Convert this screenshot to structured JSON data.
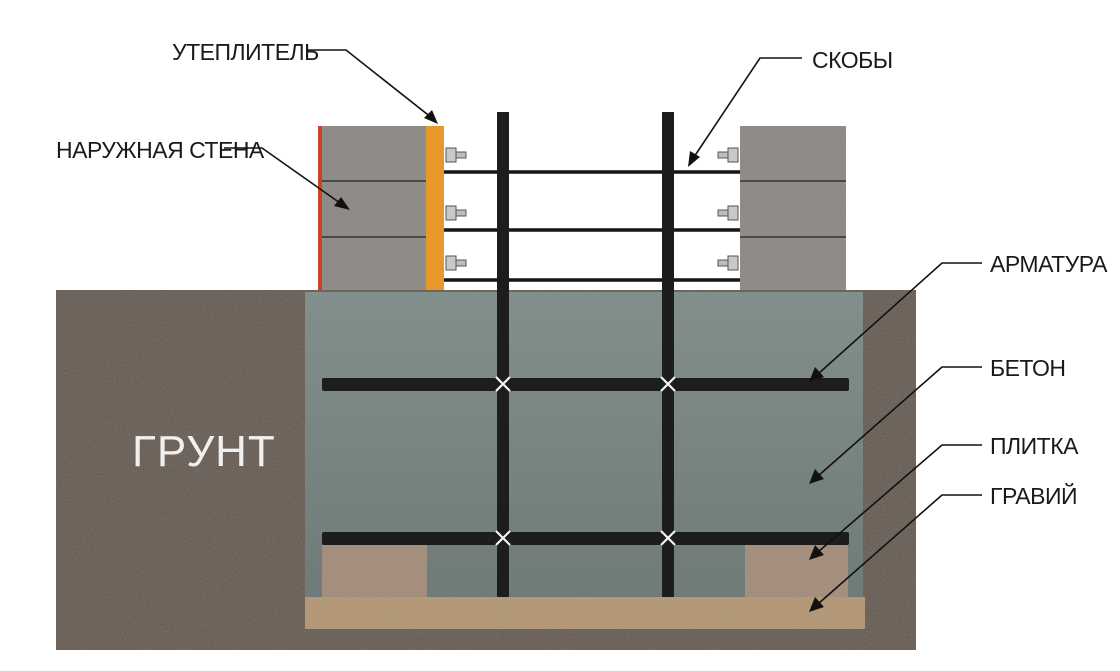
{
  "labels": {
    "insulation": "УТЕПЛИТЕЛЬ",
    "outer_wall": "НАРУЖНАЯ СТЕНА",
    "brackets": "СКОБЫ",
    "rebar": "АРМАТУРА",
    "concrete": "БЕТОН",
    "tile": "ПЛИТКА",
    "gravel": "ГРАВИЙ",
    "soil": "ГРУНТ"
  },
  "colors": {
    "soil": "#5a5048",
    "concrete": "#7d8a87",
    "brick": "#8e8a86",
    "insulation": "#e89a2a",
    "wall_edge": "#c8461e",
    "tile": "#a08a78",
    "gravel": "#b89a76",
    "rebar": "#1d1d1d"
  }
}
